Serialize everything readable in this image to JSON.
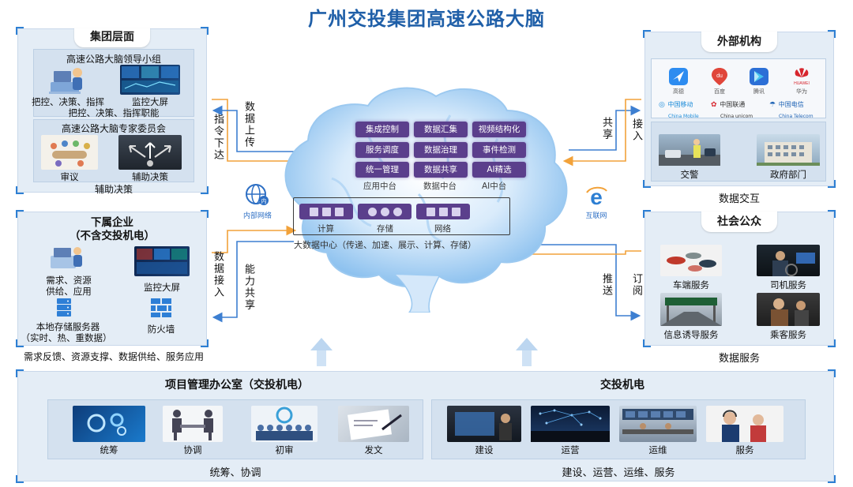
{
  "title": "广州交投集团高速公路大脑",
  "group": {
    "header": "集团层面",
    "leadership": {
      "title": "高速公路大脑领导小组",
      "item1": "把控、决策、指挥",
      "item2": "监控大屏",
      "footer": "把控、决策、指挥职能"
    },
    "experts": {
      "title": "高速公路大脑专家委员会",
      "item1": "审议",
      "item2": "辅助决策"
    },
    "footer": "辅助决策"
  },
  "subsidiary": {
    "title_line1": "下属企业",
    "title_line2": "（不含交投机电）",
    "needs_line1": "需求、资源",
    "needs_line2": "供给、应用",
    "monitor": "监控大屏",
    "storage_line1": "本地存储服务器",
    "storage_line2": "（实时、热、重数据）",
    "firewall": "防火墙",
    "footer": "需求反馈、资源支撑、数据供给、服务应用"
  },
  "external": {
    "header": "外部机构",
    "logos": [
      "高德",
      "百度",
      "腾讯",
      "华为"
    ],
    "logo_mark_baidu": "du",
    "logo_mark_huawei": "HUAWEI",
    "carriers": [
      {
        "name": "中国移动",
        "en": "China Mobile"
      },
      {
        "name": "中国联通",
        "en": "China unicom"
      },
      {
        "name": "中国电信",
        "en": "China Telecom"
      }
    ],
    "item1": "交警",
    "item2": "政府部门",
    "footer": "数据交互"
  },
  "public": {
    "header": "社会公众",
    "items": [
      "车端服务",
      "司机服务",
      "信息诱导服务",
      "乘客服务"
    ],
    "footer": "数据服务"
  },
  "brain": {
    "chips": [
      "集成控制",
      "数据汇集",
      "视频结构化",
      "服务调度",
      "数据治理",
      "事件检测",
      "统一管理",
      "数据共享",
      "AI精选"
    ],
    "platforms": [
      "应用中台",
      "数据中台",
      "AI中台"
    ],
    "dc_items": [
      "计算",
      "存储",
      "网络"
    ],
    "dc_caption": "大数据中心（传递、加速、展示、计算、存储）",
    "intranet": "内部网络",
    "intranet_badge": "内",
    "internet": "互联网",
    "internet_badge": "e"
  },
  "flows": {
    "left_top_a": "指令下达",
    "left_top_b": "数据上传",
    "left_bot_a": "数据接入",
    "left_bot_b": "能力共享",
    "right_top_a": "共享",
    "right_top_b": "接入",
    "right_bot_a": "推送",
    "right_bot_b": "订阅"
  },
  "bottom": {
    "left": {
      "header": "项目管理办公室（交投机电）",
      "items": [
        "统筹",
        "协调",
        "初审",
        "发文"
      ],
      "footer": "统筹、协调"
    },
    "right": {
      "header": "交投机电",
      "items": [
        "建设",
        "运营",
        "运维",
        "服务"
      ],
      "footer": "建设、运营、运维、服务"
    }
  },
  "colors": {
    "title": "#1f5fa8",
    "chip": "#5b3f8c",
    "flow_orange": "#f2a23a",
    "flow_blue": "#3d7fd1",
    "panel": "#e4edf6"
  }
}
